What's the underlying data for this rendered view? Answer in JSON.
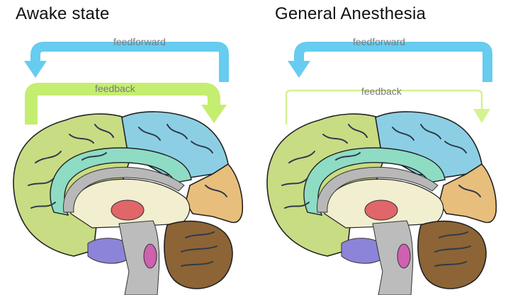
{
  "panels": [
    {
      "title": "Awake state",
      "feedforward_label": "feedforward",
      "feedback_label": "feedback",
      "feedback_strength": "strong"
    },
    {
      "title": "General Anesthesia",
      "feedforward_label": "feedforward",
      "feedback_label": "feedback",
      "feedback_strength": "weak"
    }
  ],
  "colors": {
    "feedforward": "#66ccf0",
    "feedback": "#c4ee70",
    "feedback_weak": "#d4f290",
    "frontal_lobe": "#c8dc84",
    "cingulate": "#8edcc4",
    "parietal_lobe": "#8ccfe4",
    "occipital_lobe": "#e8be7c",
    "cerebellum": "#8c6436",
    "brainstem": "#bcbcbc",
    "thalamus": "#e0666a",
    "pons": "#d060b0",
    "hypothalamus": "#8c84d8",
    "diencephalon": "#f2eed0",
    "corpus_callosum": "#b8b8b8",
    "sulci": "#2e3a4a"
  }
}
